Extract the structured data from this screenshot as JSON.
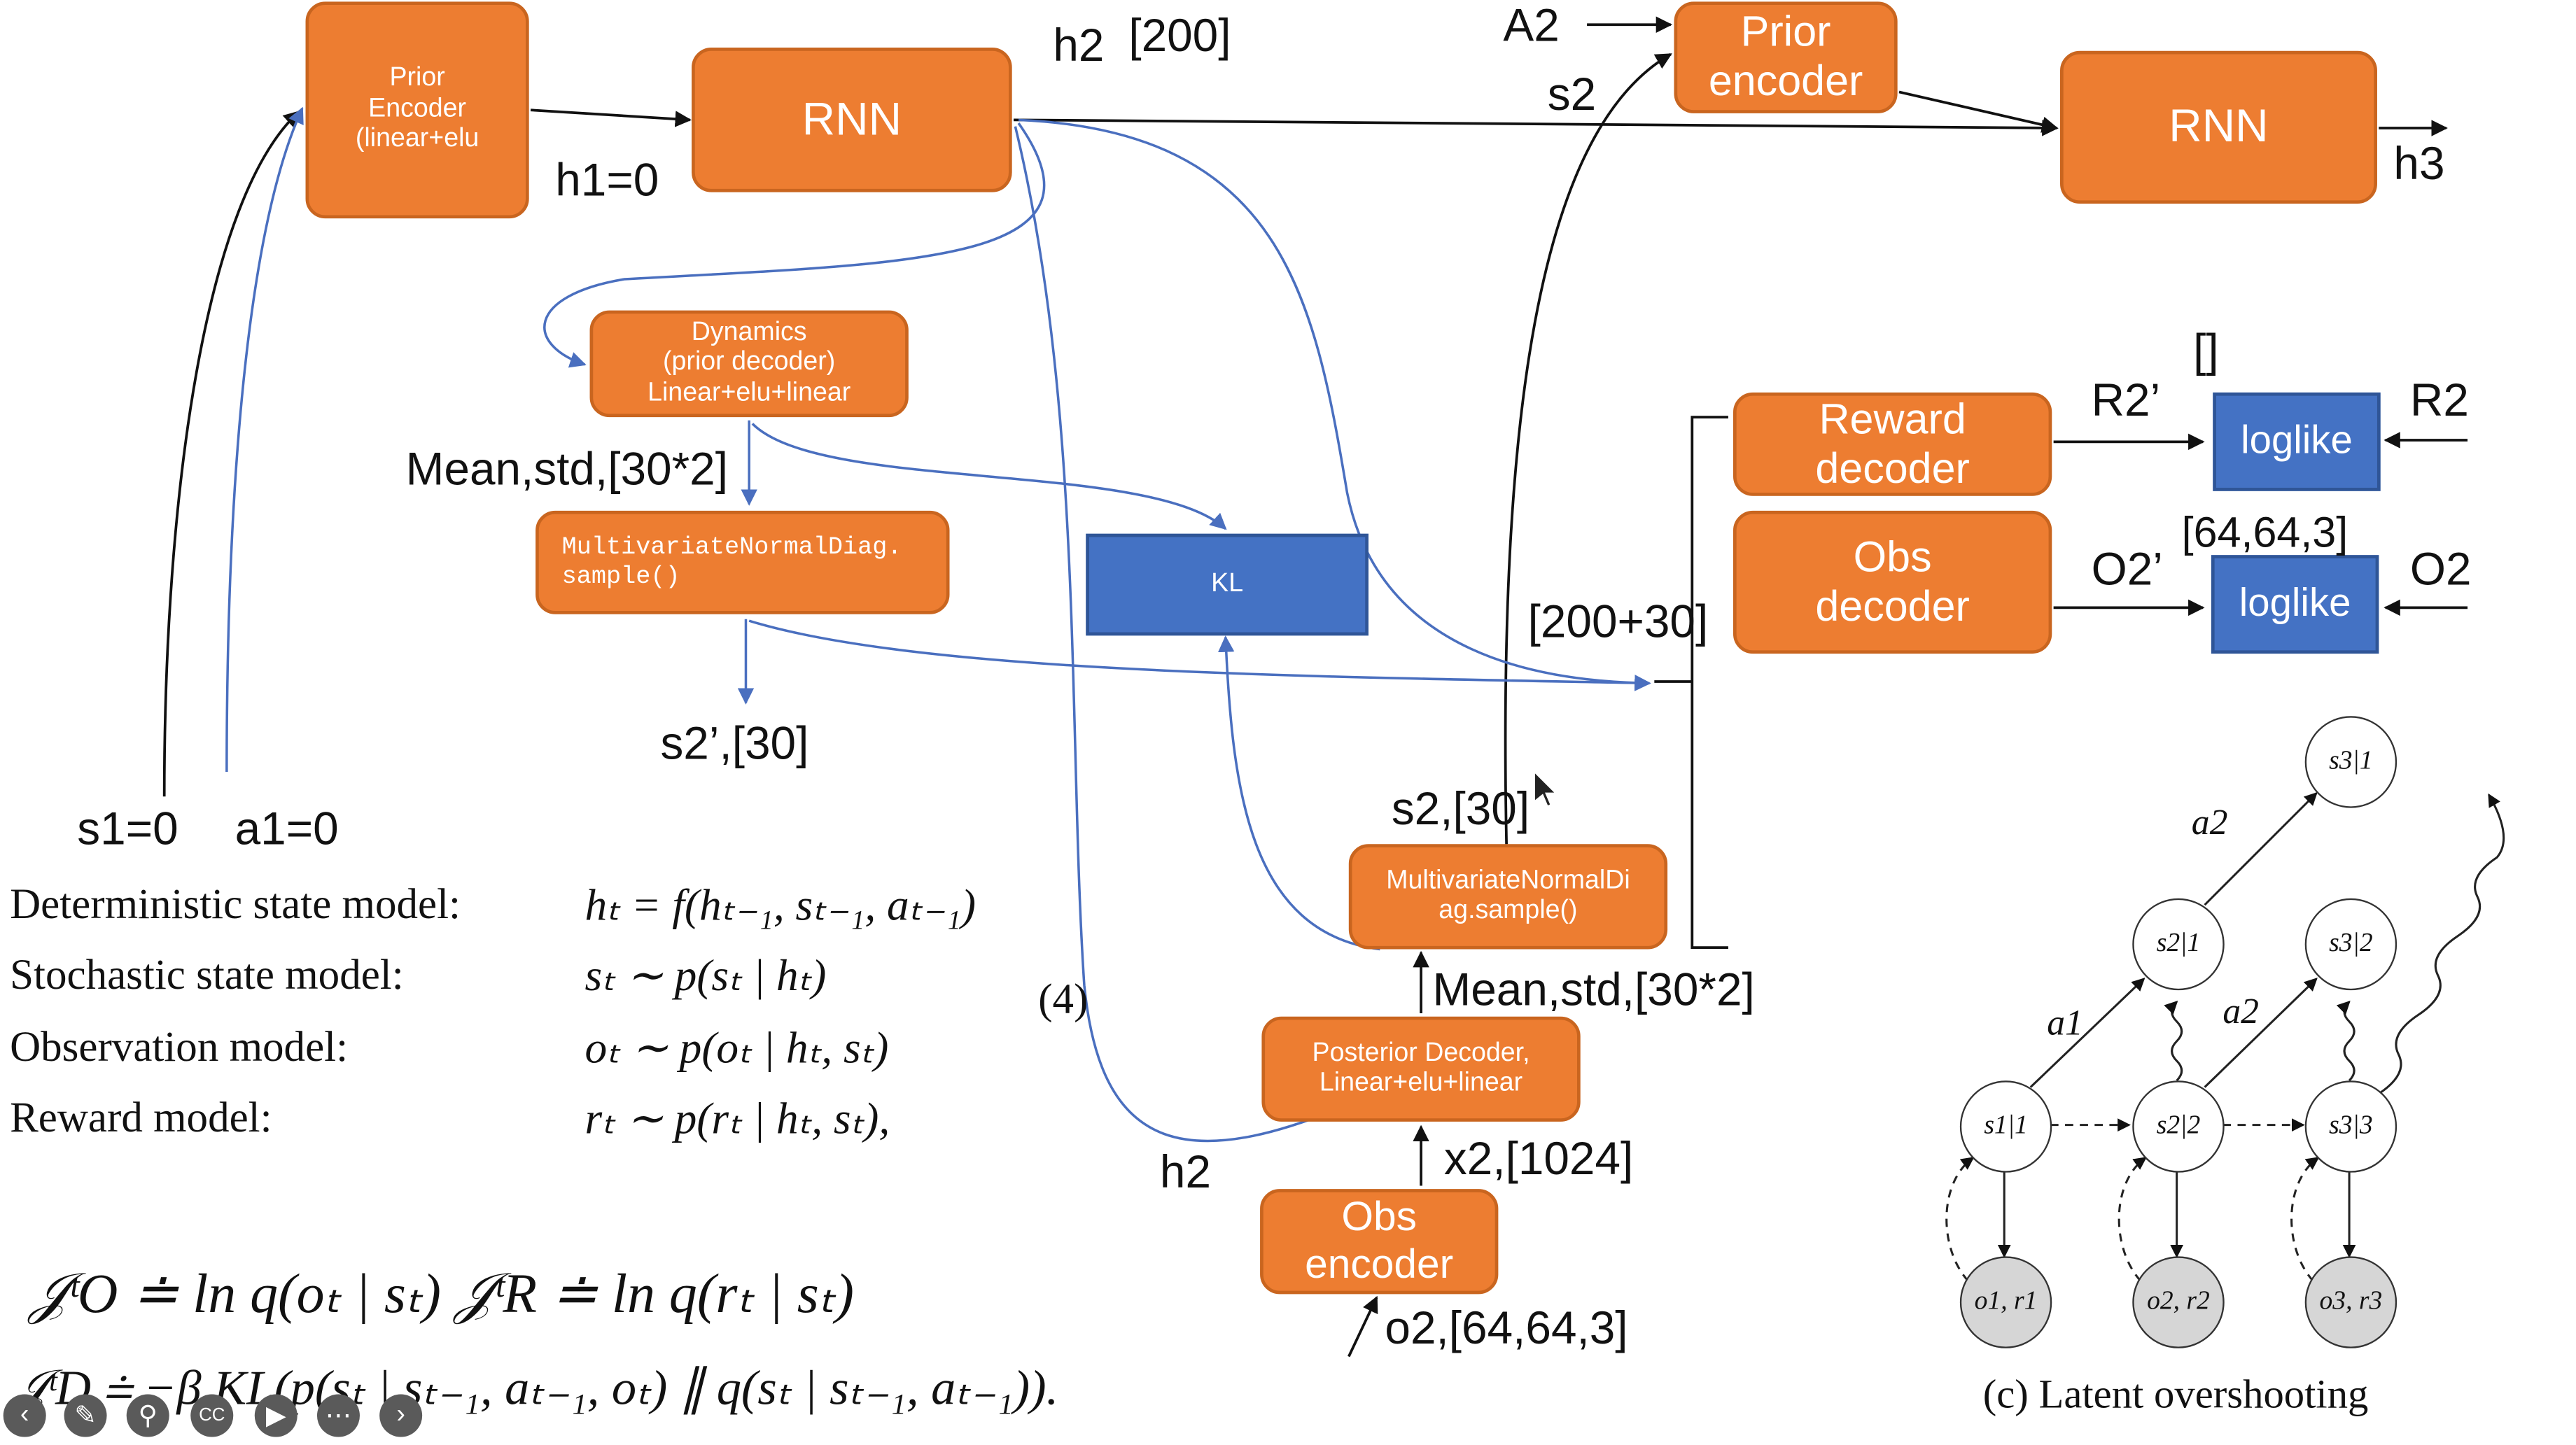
{
  "boxes": {
    "prior_encoder_1": "Prior\nEncoder\n(linear+elu",
    "rnn_1": "RNN",
    "prior_encoder_2": "Prior\nencoder",
    "rnn_2": "RNN",
    "dynamics": "Dynamics\n(prior decoder)\nLinear+elu+linear",
    "mvn_sample_1": "MultivariateNormalDiag.\nsample()",
    "kl": "KL",
    "reward_decoder": "Reward\ndecoder",
    "obs_decoder": "Obs\ndecoder",
    "loglike_reward": "loglike",
    "loglike_obs": "loglike",
    "mvn_sample_2": "MultivariateNormalDi\nag.sample()",
    "posterior_decoder": "Posterior Decoder,\nLinear+elu+linear",
    "obs_encoder": "Obs\nencoder"
  },
  "labels": {
    "h2_200": "h2",
    "dim_200": "[200]",
    "a2": "A2",
    "s2_top": "s2",
    "h1": "h1=0",
    "h3": "h3",
    "bracket_glyph": "[]",
    "r2_prime": "R2’",
    "r2": "R2",
    "dim_64": "[64,64,3]",
    "o2_prime": "O2’",
    "o2": "O2",
    "mean_std_1": "Mean,std,[30*2]",
    "concat": "[200+30]",
    "s2_prime": "s2’,[30]",
    "s1": "s1=0",
    "a1": "a1=0",
    "s2_30": "s2,[30]",
    "mean_std_2": "Mean,std,[30*2]",
    "eq_number": "(4)",
    "h2_bottom": "h2",
    "x2": "x2,[1024]",
    "o2_input": "o2,[64,64,3]"
  },
  "equations": {
    "rows": [
      {
        "name": "Deterministic state model:",
        "formula": "hₜ = f(hₜ₋₁, sₜ₋₁, aₜ₋₁)"
      },
      {
        "name": "Stochastic state model:",
        "formula": "sₜ ∼ p(sₜ | hₜ)"
      },
      {
        "name": "Observation model:",
        "formula": "oₜ ∼ p(oₜ | hₜ, sₜ)"
      },
      {
        "name": "Reward model:",
        "formula": "rₜ ∼ p(rₜ | hₜ, sₜ),"
      }
    ],
    "objective_1": "𝒥ᵗO ≐ ln q(oₜ | sₜ)   𝒥ᵗR ≐ ln q(rₜ | sₜ)",
    "objective_2": "𝒥ᵗD ≐ −β KL(p(sₜ | sₜ₋₁, aₜ₋₁, oₜ) ∥ q(sₜ | sₜ₋₁, aₜ₋₁)).",
    "caption": "(c) Latent overshooting"
  },
  "overshooting": {
    "nodes": {
      "s11": "s1|1",
      "s22": "s2|2",
      "s33": "s3|3",
      "s21": "s2|1",
      "s32": "s3|2",
      "s31": "s3|1",
      "o1": "o1, r1",
      "o2": "o2, r2",
      "o3": "o3, r3"
    },
    "edge_labels": {
      "a1": "a1",
      "a2_lower": "a2",
      "a2_upper": "a2"
    }
  },
  "player_controls": [
    "back-icon",
    "pen-icon",
    "magnifier-icon",
    "captions-icon",
    "video-icon",
    "more-icon",
    "forward-icon"
  ],
  "colors": {
    "orange": "#ed7d31",
    "blue": "#4472c4",
    "wire_blue": "#4a6fbf"
  }
}
